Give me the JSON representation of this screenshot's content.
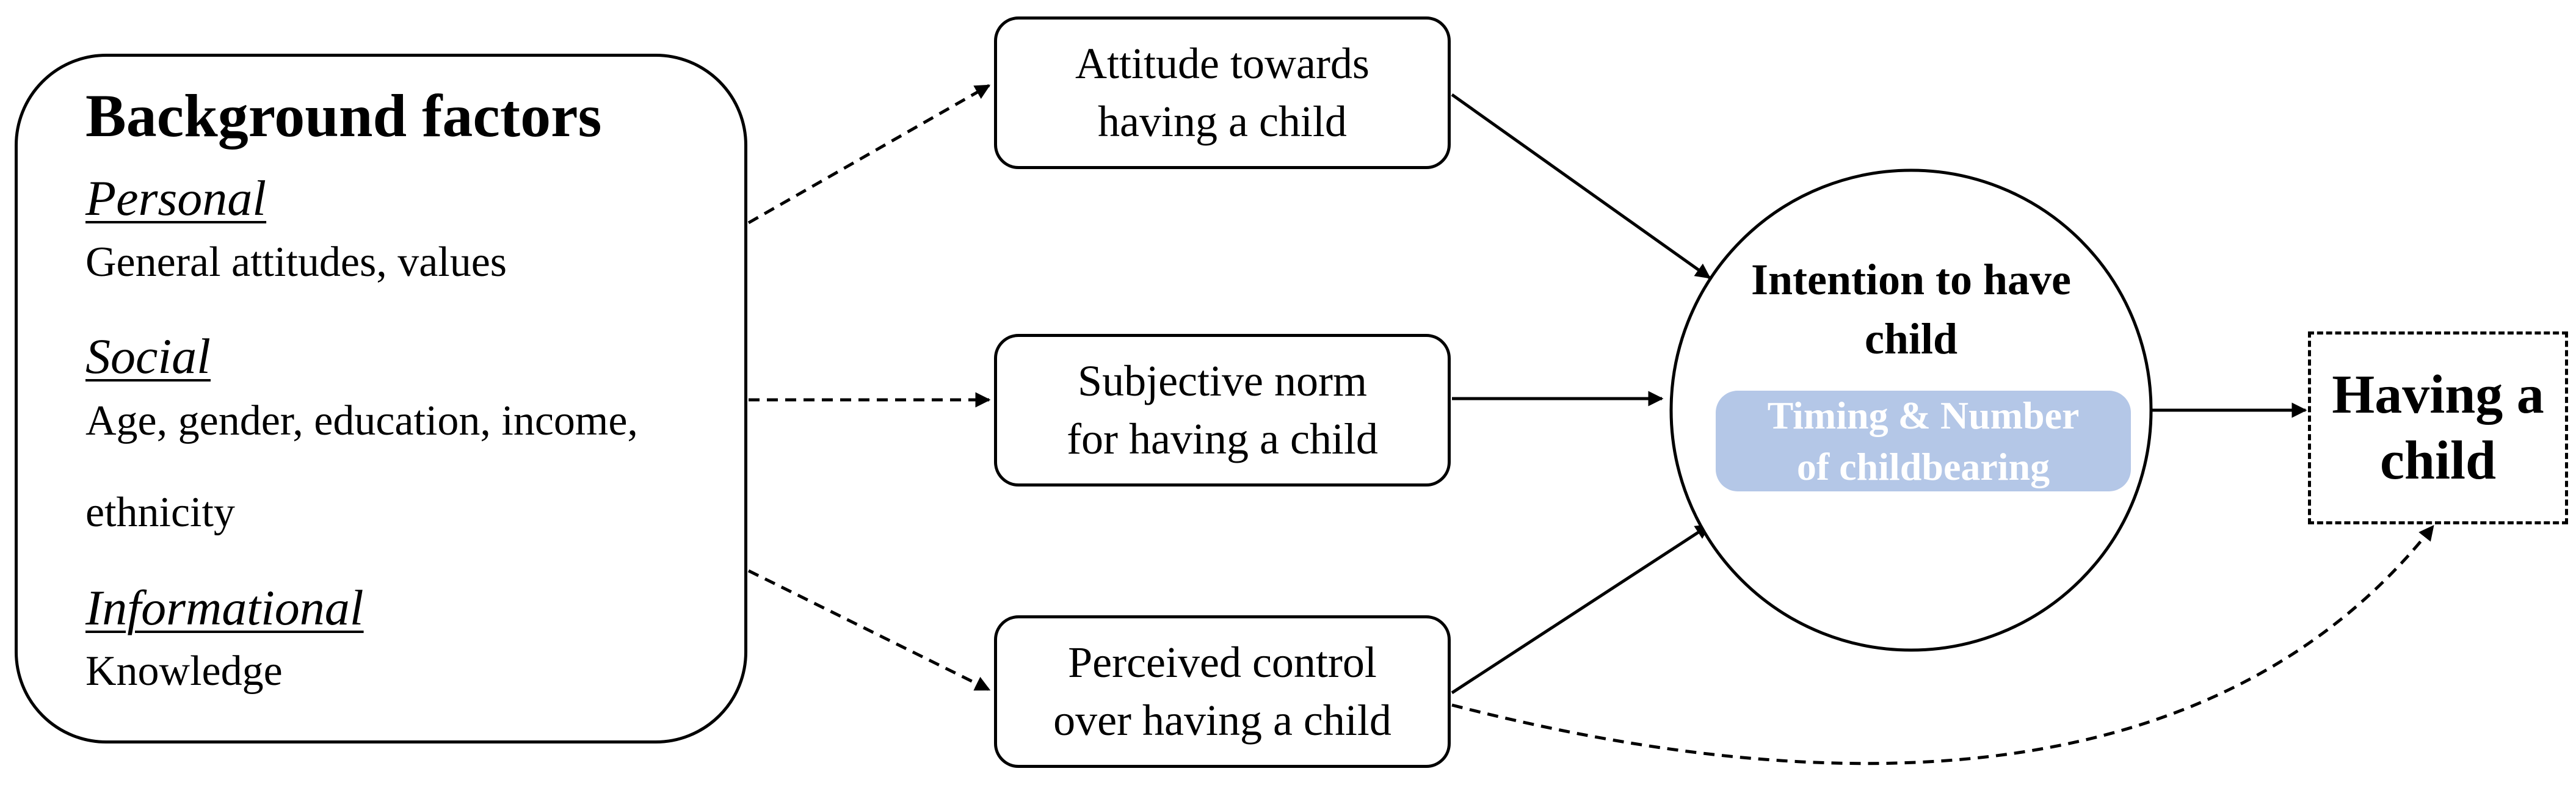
{
  "background": {
    "title": "Background factors",
    "sections": [
      {
        "heading": "Personal",
        "lines": [
          "General attitudes, values"
        ]
      },
      {
        "heading": "Social",
        "lines": [
          "Age, gender, education, income,",
          "ethnicity"
        ]
      },
      {
        "heading": "Informational",
        "lines": [
          "Knowledge"
        ]
      }
    ]
  },
  "attitude": {
    "line1": "Attitude towards",
    "line2": "having a child"
  },
  "norm": {
    "line1": "Subjective norm",
    "line2": "for having a child"
  },
  "control": {
    "line1": "Perceived control",
    "line2": "over having a child"
  },
  "intention": {
    "title_line1": "Intention to have",
    "title_line2": "child",
    "sub_line1": "Timing & Number",
    "sub_line2": "of childbearing",
    "sub_fill": "#b4c7e7"
  },
  "outcome": {
    "line1": "Having a",
    "line2": "child"
  }
}
